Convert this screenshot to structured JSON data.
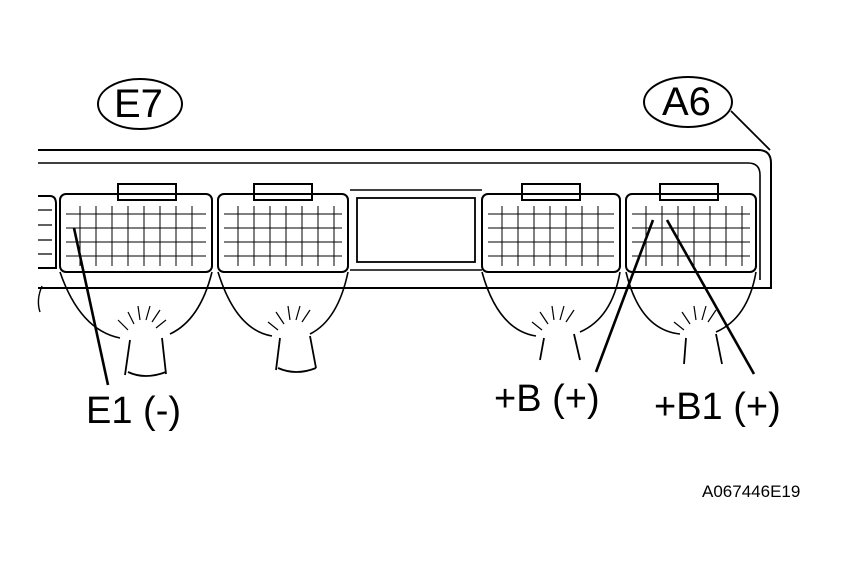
{
  "diagram": {
    "connector_tags": [
      "E7",
      "A6"
    ],
    "pin_labels": [
      "E1 (-)",
      "+B (+)",
      "+B1 (+)"
    ],
    "figure_code": "A067446E19"
  }
}
